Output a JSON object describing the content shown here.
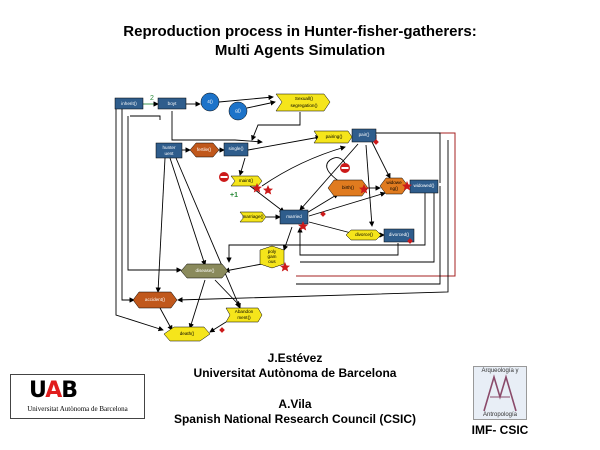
{
  "title": {
    "line1": "Reproduction process in Hunter-fisher-gatherers:",
    "line2": "Multi Agents Simulation"
  },
  "diagram": {
    "nodes": {
      "inherit": "inherit()",
      "boyt": "boyt",
      "num4": "4()",
      "g": "g()",
      "sexual": [
        "Sexuall()",
        "segregation()"
      ],
      "pairing": "pairing()",
      "paired": "pair()",
      "hunter": [
        "hunter",
        "uent"
      ],
      "fertile": "fertile()",
      "single": "single()",
      "maint": "maint()",
      "birth": "birth()",
      "widowed": [
        "widowe",
        "ng()"
      ],
      "widowedrect": "widowed()",
      "marriage": "marriage()",
      "married": "married",
      "divorce": "divorce()",
      "divorced": "divorced()",
      "poly": [
        "poly",
        "gam",
        "ous"
      ],
      "disease": "disease()",
      "accident": "accident()",
      "abandon": [
        "Abandon",
        "ment()"
      ],
      "death": "death()"
    },
    "edge_labels": {
      "two": "2",
      "plus": "+1"
    },
    "colors": {
      "blue_node": "#2f5d8c",
      "orange_node": "#e07b1f",
      "yellow_node": "#f5e51b",
      "olive_node": "#8a8a5c",
      "dark_orange": "#c0581c",
      "blue_circle": "#1d73c9",
      "star": "#cc1a1a",
      "frame_red": "#a52020",
      "edge_green": "#2a8a3a"
    }
  },
  "credits": {
    "author1": "J.Estévez",
    "affil1": "Universitat Autònoma de Barcelona",
    "author2": "A.Vila",
    "affil2": "Spanish National Research Council (CSIC)"
  },
  "logos": {
    "uab_u": "U",
    "uab_a": "A",
    "uab_b": "B",
    "uab_name": "Universitat Autònoma de Barcelona",
    "imf_top": "Arqueología y",
    "imf_bottom": "Antropología",
    "imf_label": "IMF- CSIC"
  }
}
